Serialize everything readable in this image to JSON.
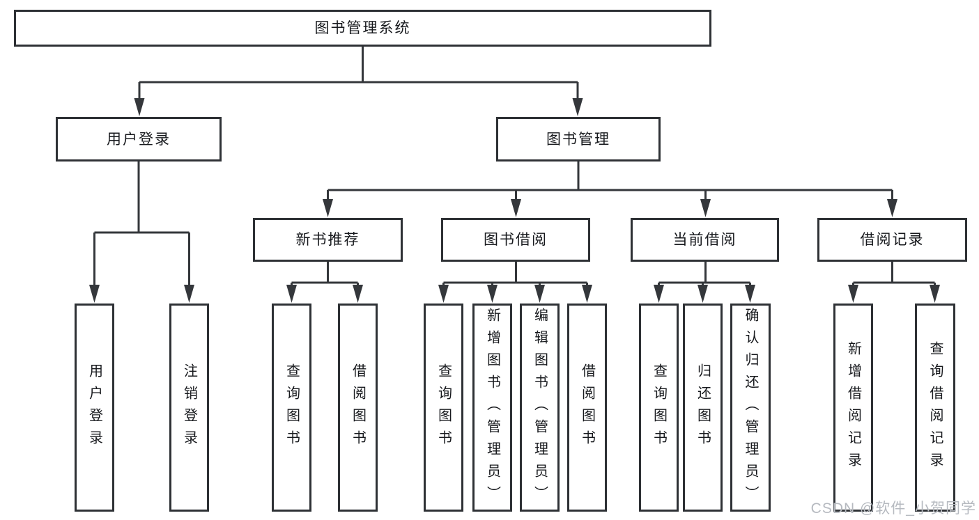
{
  "diagram": {
    "root_label": "图书管理系统",
    "level1": {
      "user_login": "用户登录",
      "book_management": "图书管理"
    },
    "level2": {
      "new_book_recommendation": "新书推荐",
      "book_borrowing": "图书借阅",
      "current_borrowing": "当前借阅",
      "borrowing_records": "借阅记录"
    },
    "leaves": {
      "user_login_leaf": "用户登录",
      "logout": "注销登录",
      "nb_query_books": "查询图书",
      "nb_borrow_books": "借阅图书",
      "bb_query_books": "查询图书",
      "bb_add_books": "新增图书（管理员）",
      "bb_edit_books": "编辑图书（管理员）",
      "bb_borrow_books": "借阅图书",
      "cb_query_books": "查询图书",
      "cb_return_books": "归还图书",
      "cb_confirm_return": "确认归还（管理员）",
      "br_add_record": "新增借阅记录",
      "br_query_record": "查询借阅记录"
    }
  },
  "watermark": "CSDN @软件_小贺同学",
  "colors": {
    "line": "#34373b",
    "border": "#2e3135",
    "text": "#17191d",
    "watermark": "#b6bac0",
    "background": "#ffffff"
  }
}
